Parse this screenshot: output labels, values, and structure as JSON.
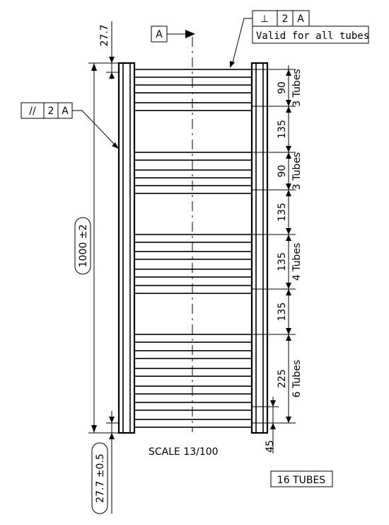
{
  "callouts": {
    "datum_box": "A",
    "perp_tolerance": {
      "symbol": "⊥",
      "value": "2",
      "datum": "A",
      "note": "Valid for all tubes"
    },
    "parallel_tolerance": {
      "symbol": "//",
      "value": "2",
      "datum": "A"
    }
  },
  "dimensions": {
    "top_offset": "27.7",
    "height": "1000 ±2",
    "bottom_offset": "27.7 ±0.5",
    "bottom_right": "45"
  },
  "tube_groups": [
    {
      "spacing": "90",
      "count": "3 Tubes",
      "gap_after": "135"
    },
    {
      "spacing": "90",
      "count": "3 Tubes",
      "gap_after": "135"
    },
    {
      "spacing": "135",
      "count": "4 Tubes",
      "gap_after": "135"
    },
    {
      "spacing": "225",
      "count": "6 Tubes",
      "gap_after": ""
    }
  ],
  "scale": "SCALE  13/100",
  "tube_total": "16 TUBES"
}
